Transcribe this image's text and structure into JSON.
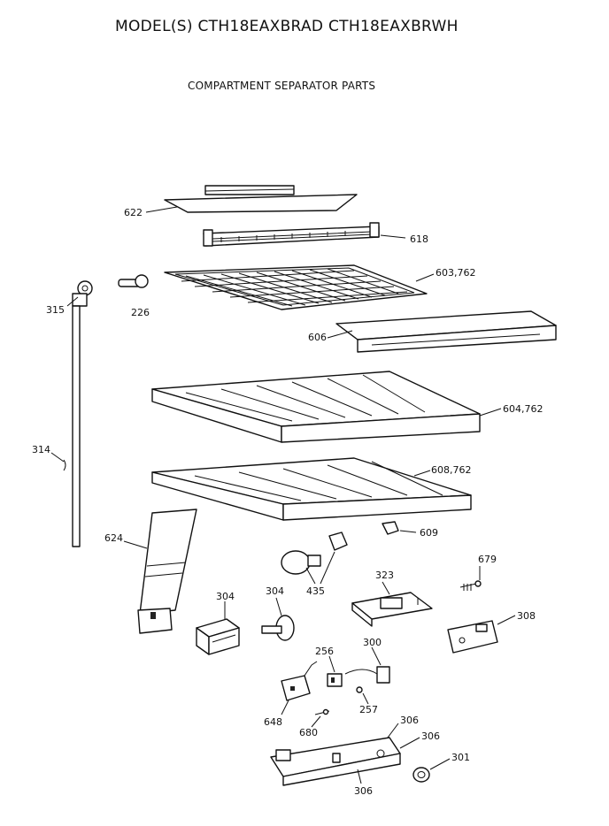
{
  "header": {
    "title": "MODEL(S) CTH18EAXBRAD  CTH18EAXBRWH",
    "subtitle": "COMPARTMENT SEPARATOR PARTS"
  },
  "callouts": {
    "c622": "622",
    "c618": "618",
    "c603": "603,762",
    "c315": "315",
    "c226": "226",
    "c606": "606",
    "c604": "604,762",
    "c314": "314",
    "c608": "608,762",
    "c609": "609",
    "c624": "624",
    "c679": "679",
    "c435": "435",
    "c304a": "304",
    "c304b": "304",
    "c323": "323",
    "c308": "308",
    "c256": "256",
    "c300": "300",
    "c257": "257",
    "c648": "648",
    "c680": "680",
    "c306a": "306",
    "c306b": "306",
    "c306c": "306",
    "c301": "301"
  }
}
